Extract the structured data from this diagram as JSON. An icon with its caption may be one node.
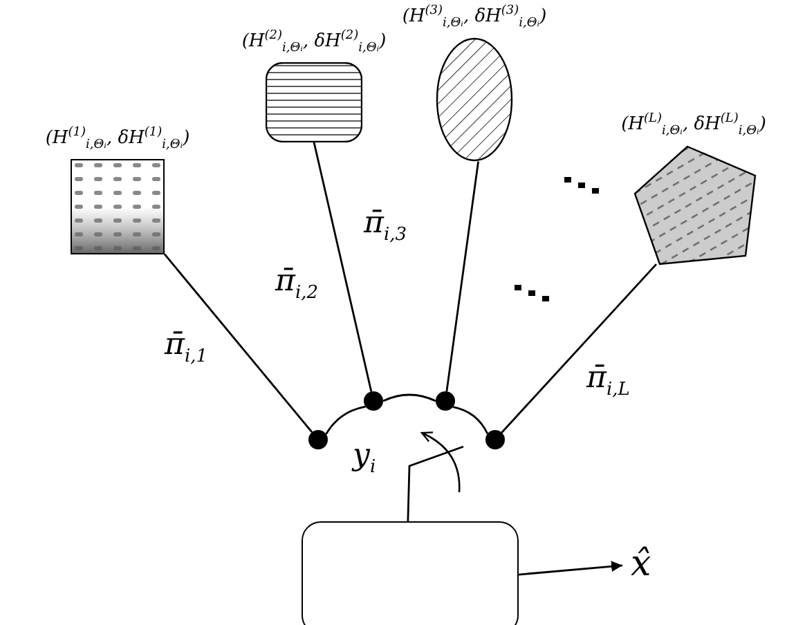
{
  "diagram": {
    "nodes": [
      {
        "text": [
          "(H$^{(1)}$$_{i,Θᵢ}$, δH$^{(1)}$$_{i,Θᵢ}$)"
        ]
      },
      {
        "text": [
          "(H$^{(2)}$$_{i,Θᵢ}$, δH$^{(2)}$$_{i,Θᵢ}$)"
        ]
      },
      {
        "text": [
          "(H$^{(3)}$$_{i,Θᵢ}$, δH$^{(3)}$$_{i,Θᵢ}$)"
        ]
      },
      {
        "text": [
          "(H$^{(L)}$$_{i,Θᵢ}$, δH$^{(L)}$$_{i,Θᵢ}$)"
        ]
      },
      {
        "text": [],
        "shape": "circle"
      },
      {
        "text": [],
        "shape": "circle"
      },
      {
        "text": [],
        "shape": "circle"
      },
      {
        "text": [],
        "shape": "circle"
      },
      {
        "text": [],
        "shape": "box"
      },
      {
        "text": [
          "x̂"
        ]
      }
    ],
    "edges": [
      {
        "from": 0,
        "to": 4,
        "arrow": "none",
        "label": "π̄$_{i,1}$"
      },
      {
        "from": 1,
        "to": 5,
        "arrow": "none",
        "label": "π̄$_{i,2}$"
      },
      {
        "from": 2,
        "to": 6,
        "arrow": "none",
        "label": "π̄$_{i,3}$"
      },
      {
        "from": 3,
        "to": 7,
        "arrow": "none",
        "label": "π̄$_{i,L}$"
      },
      {
        "from": 8,
        "to": null,
        "arrow": "none",
        "label": "y$_{i}$"
      },
      {
        "from": 8,
        "to": 9,
        "arrow": "to"
      },
      {
        "from": 4,
        "to": 5,
        "arrow": "none"
      },
      {
        "from": 5,
        "to": 6,
        "arrow": "none"
      },
      {
        "from": 6,
        "to": 7,
        "arrow": "none"
      }
    ]
  }
}
